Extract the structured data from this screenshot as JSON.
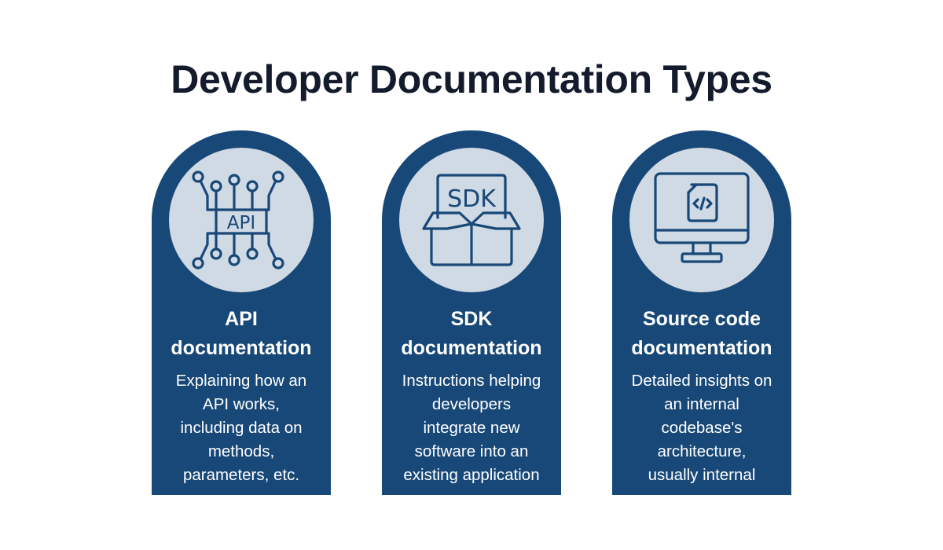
{
  "title": "Developer Documentation Types",
  "colors": {
    "title": "#131b2c",
    "card_bg": "#184878",
    "circle_bg": "#d0dae5",
    "icon_stroke": "#184878",
    "text_on_card": "#ffffff"
  },
  "cards": [
    {
      "icon": "api-chip-icon",
      "icon_text": "API",
      "title_lines": [
        "API",
        "documentation"
      ],
      "desc_lines": [
        "Explaining how an",
        "API works,",
        "including data on",
        "methods,",
        "parameters, etc."
      ]
    },
    {
      "icon": "sdk-box-icon",
      "icon_text": "SDK",
      "title_lines": [
        "SDK",
        "documentation"
      ],
      "desc_lines": [
        "Instructions helping",
        "developers",
        "integrate new",
        "software into an",
        "existing application"
      ]
    },
    {
      "icon": "monitor-code-icon",
      "icon_text": "</>",
      "title_lines": [
        "Source code",
        "documentation"
      ],
      "desc_lines": [
        "Detailed insights on",
        "an internal",
        "codebase's",
        "architecture,",
        "usually internal"
      ]
    }
  ]
}
